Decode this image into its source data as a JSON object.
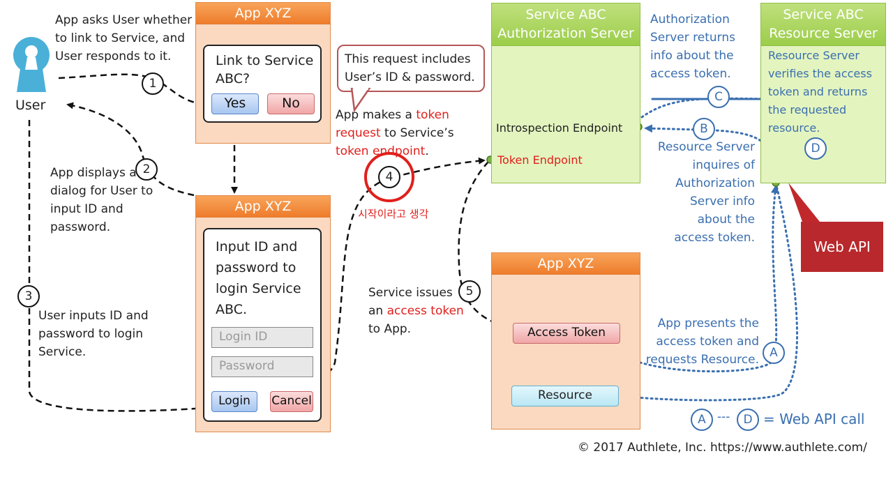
{
  "user": {
    "label": "User"
  },
  "app_name": "App XYZ",
  "dialog1": {
    "prompt": "Link to Service ABC?",
    "yes": "Yes",
    "no": "No"
  },
  "dialog2": {
    "prompt": "Input ID and password to login Service ABC.",
    "login_id_placeholder": "Login ID",
    "password_placeholder": "Password",
    "login": "Login",
    "cancel": "Cancel"
  },
  "app3": {
    "access_token": "Access Token",
    "resource": "Resource"
  },
  "auth_server": {
    "title_line1": "Service ABC",
    "title_line2": "Authorization Server",
    "introspection": "Introspection Endpoint",
    "token_endpoint": "Token Endpoint"
  },
  "resource_server": {
    "title_line1": "Service ABC",
    "title_line2": "Resource Server"
  },
  "steps": {
    "s1": "1",
    "s2": "2",
    "s3": "3",
    "s4": "4",
    "s5": "5",
    "a": "A",
    "b": "B",
    "c": "C",
    "d": "D"
  },
  "notes": {
    "n1": "App asks User whether to link to Service, and User responds to it.",
    "n2": "App displays a dialog for User to input ID and password.",
    "n3": "User inputs ID and password to login Service.",
    "callout": "This request includes User’s ID & password.",
    "n4_pre": "App makes a ",
    "n4_red1": "token request",
    "n4_mid": " to Service’s ",
    "n4_red2": "token endpoint",
    "n4_post": ".",
    "korean": "시작이라고 생각",
    "n5_pre": "Service issues an ",
    "n5_red": "access token",
    "n5_post": " to App.",
    "c_note": "Authorization Server returns info about the access token.",
    "rs_note": "Resource Server verifies the access token and returns the requested resource.",
    "b_note": "Resource Server inquires of Authorization Server info about the access token.",
    "a_note": "App presents the access token and requests Resource.",
    "web_api": "Web API",
    "legend_a": "A",
    "legend_sep": "---",
    "legend_d": "D",
    "legend_text": "= Web API call",
    "copyright": "© 2017 Authlete, Inc.  https://www.authlete.com/"
  },
  "colors": {
    "orange": "#ee7d2c",
    "green": "#9ccd4b",
    "red": "#e0201c",
    "blue": "#3a6fb0",
    "web_api": "#b8282c"
  }
}
